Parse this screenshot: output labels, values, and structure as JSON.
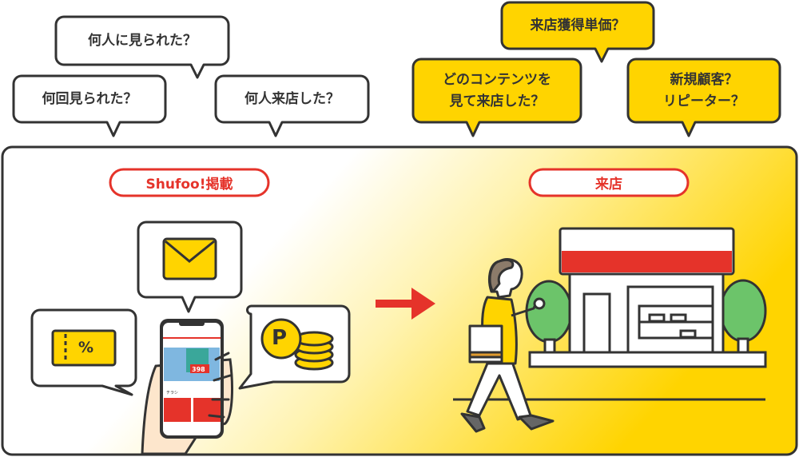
{
  "questions_white": [
    {
      "text": "何回見られた？"
    },
    {
      "text": "何人に見られた？"
    },
    {
      "text": "何人来店した？"
    }
  ],
  "questions_yellow": [
    {
      "text": "来店獲得単価？"
    },
    {
      "text": "どのコンテンツを\n見て来店した？"
    },
    {
      "text": "新規顧客？\nリピーター？"
    }
  ],
  "labels": {
    "left": "Shufoo!掲載",
    "right": "来店"
  },
  "icons": [
    "mail-icon",
    "coupon-icon",
    "point-coin-icon",
    "arrow-right-icon",
    "smartphone-icon",
    "store-icon",
    "walking-person-icon"
  ],
  "coupon_symbol": "%",
  "coin_symbol": "P",
  "phone_screen": {
    "price": "398",
    "section": "チラシ"
  },
  "colors": {
    "accent_red": "#e5332a",
    "accent_yellow": "#ffd400",
    "outline": "#333333",
    "tree_green": "#6cc46a"
  }
}
